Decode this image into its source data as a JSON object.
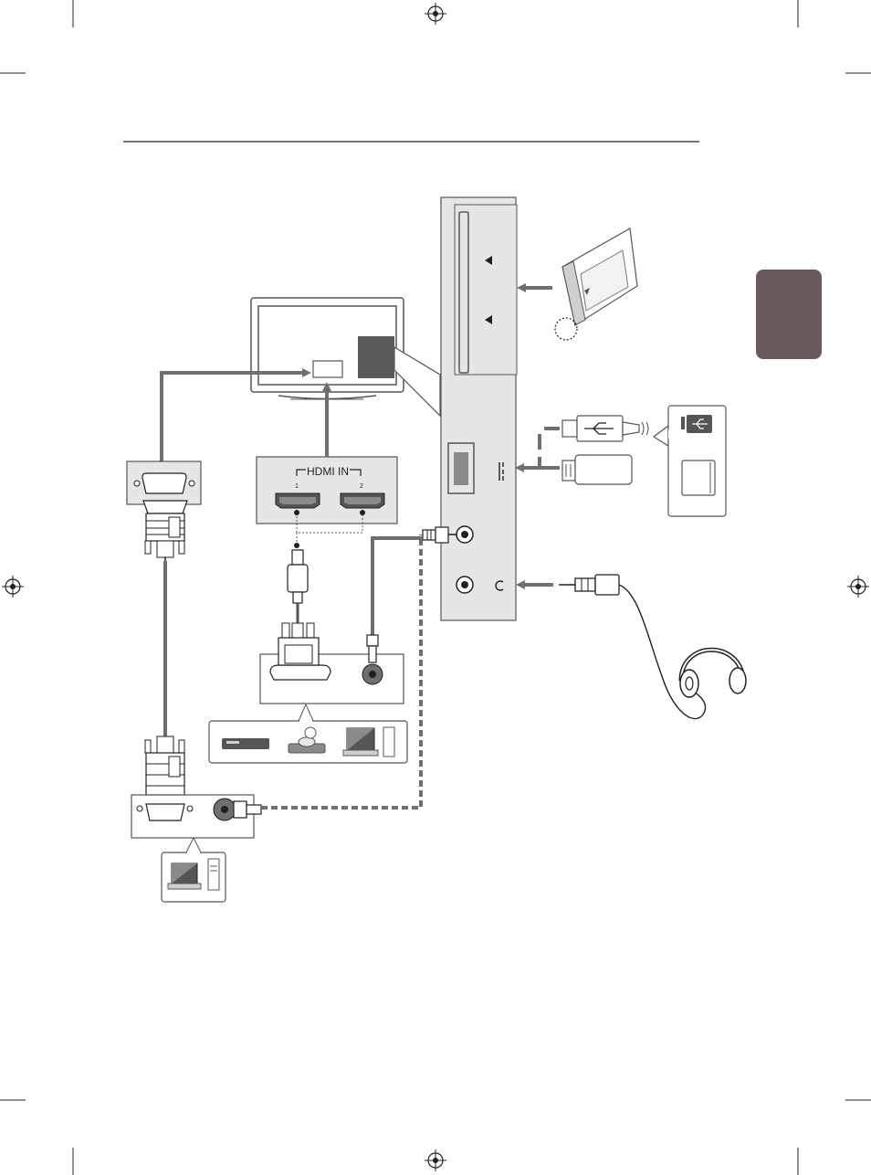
{
  "hdmi_panel": {
    "title": "HDMI IN",
    "port_1_label": "1",
    "port_2_label": "2"
  },
  "icons": {
    "usb_symbol": "usb-icon",
    "headphone_symbol": "headphone-icon",
    "ci_card": "ci-module-icon",
    "registration_mark": "crosshair-registration-icon"
  },
  "colors": {
    "cable_gray": "#6f6f6f",
    "panel_fill": "#e6e6e6",
    "chapter_tab": "#6b5a5c",
    "tv_highlight": "#5a5a5a"
  }
}
